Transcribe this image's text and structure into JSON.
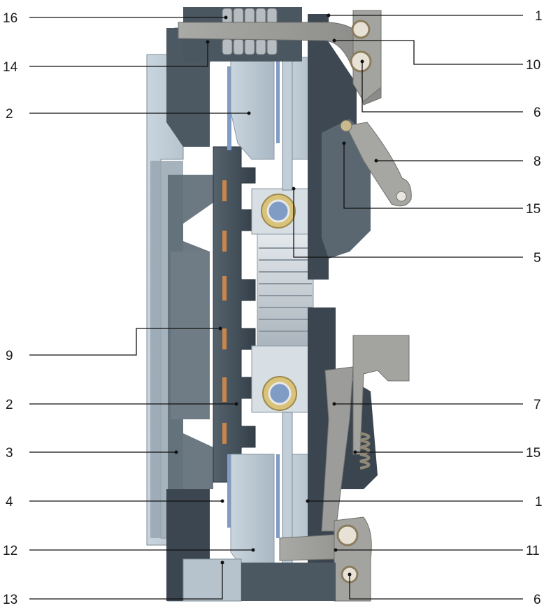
{
  "diagram": {
    "left_labels": [
      {
        "id": "l16",
        "text": "16"
      },
      {
        "id": "l14",
        "text": "14"
      },
      {
        "id": "l2a",
        "text": "2"
      },
      {
        "id": "l9",
        "text": "9"
      },
      {
        "id": "l2b",
        "text": "2"
      },
      {
        "id": "l3",
        "text": "3"
      },
      {
        "id": "l4",
        "text": "4"
      },
      {
        "id": "l12",
        "text": "12"
      },
      {
        "id": "l13",
        "text": "13"
      }
    ],
    "right_labels": [
      {
        "id": "r1a",
        "text": "1"
      },
      {
        "id": "r10",
        "text": "10"
      },
      {
        "id": "r6a",
        "text": "6"
      },
      {
        "id": "r8",
        "text": "8"
      },
      {
        "id": "r15a",
        "text": "15"
      },
      {
        "id": "r5",
        "text": "5"
      },
      {
        "id": "r7",
        "text": "7"
      },
      {
        "id": "r15b",
        "text": "15"
      },
      {
        "id": "r1b",
        "text": "1"
      },
      {
        "id": "r11",
        "text": "11"
      },
      {
        "id": "r6b",
        "text": "6"
      }
    ],
    "colors": {
      "light_steel": "#b9c7d2",
      "mid_steel": "#8e9ba6",
      "dark_steel": "#4a5660",
      "darker_steel": "#2f3942",
      "bearing_gold": "#d9c27a",
      "friction_copper": "#c8864a",
      "lining_blue": "#7e9cc6",
      "spring_gray": "#9aa3aa",
      "lever_gray": "#9c9d9a"
    }
  }
}
